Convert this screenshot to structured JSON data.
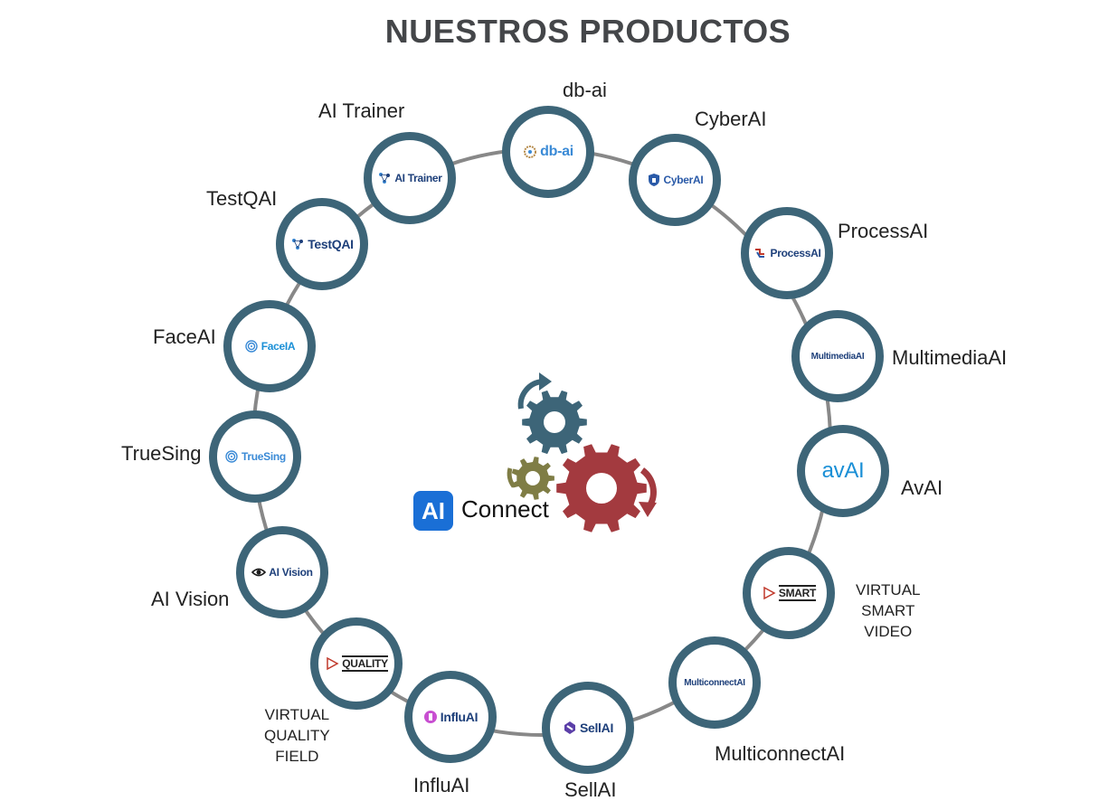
{
  "header": {
    "title": "NUESTROS PRODUCTOS"
  },
  "center": {
    "badge": "AI",
    "label": "Connect"
  },
  "colors": {
    "ring": "#888888",
    "node_border": "#3d6578",
    "gear_blue": "#3d6578",
    "gear_red": "#a33a3f",
    "gear_olive": "#7f7d45",
    "ai_blue": "#1a6fd6"
  },
  "products": [
    {
      "id": "dbai",
      "name": "db-ai",
      "logo": "db-ai",
      "icon": "brain-icon",
      "logo_color": "#3a8ad6"
    },
    {
      "id": "cyberai",
      "name": "CyberAI",
      "logo": "CyberAI",
      "icon": "shield-icon",
      "logo_color": "#2a5aa8"
    },
    {
      "id": "processai",
      "name": "ProcessAI",
      "logo": "ProcessAI",
      "icon": "process-icon",
      "logo_color": "#1d3f7a"
    },
    {
      "id": "multimediaai",
      "name": "MultimediaAI",
      "logo": "MultimediaAI",
      "icon": "",
      "logo_color": "#1d3f7a"
    },
    {
      "id": "avai",
      "name": "AvAI",
      "logo": "avAI",
      "icon": "",
      "logo_color": "#1a8fd6"
    },
    {
      "id": "virtualsmartvideo",
      "name": "VIRTUAL\nSMART\nVIDEO",
      "logo": "SMART",
      "icon": "play-icon",
      "logo_color": "#222222"
    },
    {
      "id": "multiconnectai",
      "name": "MulticonnectAI",
      "logo": "MulticonnectAI",
      "icon": "",
      "logo_color": "#1d3f7a"
    },
    {
      "id": "sellai",
      "name": "SellAI",
      "logo": "SellAI",
      "icon": "sell-icon",
      "logo_color": "#1d3f7a"
    },
    {
      "id": "influai",
      "name": "InfluAI",
      "logo": "InfluAI",
      "icon": "influ-icon",
      "logo_color": "#1d3f7a"
    },
    {
      "id": "virtualqualityfield",
      "name": "VIRTUAL\nQUALITY\nFIELD",
      "logo": "QUALITY",
      "icon": "play-icon",
      "logo_color": "#222222"
    },
    {
      "id": "aivision",
      "name": "AI Vision",
      "logo": "AI Vision",
      "icon": "eye-icon",
      "logo_color": "#1d3f7a"
    },
    {
      "id": "truesing",
      "name": "TrueSing",
      "logo": "TrueSing",
      "icon": "fingerprint-icon",
      "logo_color": "#3a8ad6"
    },
    {
      "id": "faceai",
      "name": "FaceAI",
      "logo": "FaceIA",
      "icon": "fingerprint-icon",
      "logo_color": "#1a8fd6"
    },
    {
      "id": "testqai",
      "name": "TestQAI",
      "logo": "TestQAI",
      "icon": "network-icon",
      "logo_color": "#1d3f7a"
    },
    {
      "id": "aitrainer",
      "name": "AI Trainer",
      "logo": "AI Trainer",
      "icon": "network-icon",
      "logo_color": "#1d3f7a"
    }
  ]
}
